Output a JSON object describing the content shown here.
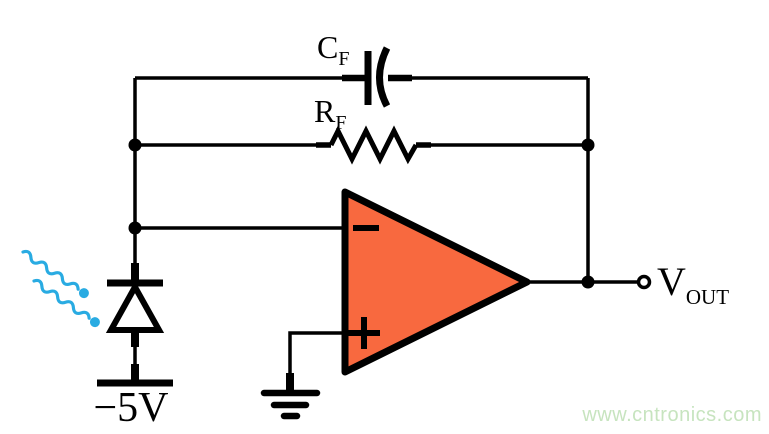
{
  "labels": {
    "feedback_capacitor": {
      "main": "C",
      "sub": "F"
    },
    "feedback_resistor": {
      "main": "R",
      "sub": "F"
    },
    "output_voltage": {
      "main": "V",
      "sub": "OUT"
    },
    "negative_supply": "−5V"
  },
  "watermark": {
    "text": "www.cntronics.com",
    "color": "#c7e4bf"
  },
  "colors": {
    "wire": "#000000",
    "opamp_fill": "#f8693f",
    "photon_blue": "#29abe2",
    "background": "#ffffff"
  }
}
